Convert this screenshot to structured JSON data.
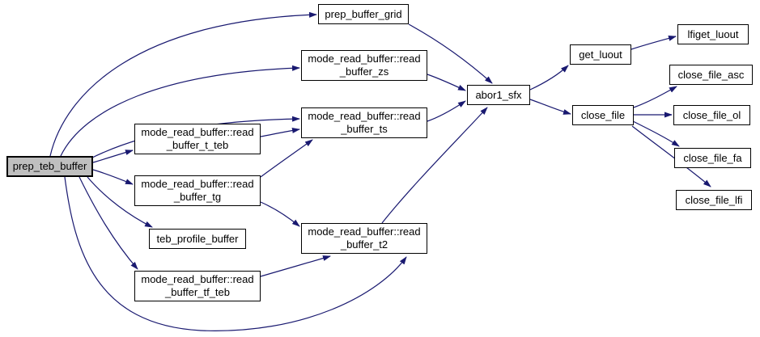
{
  "diagram": {
    "type": "call-graph",
    "background_color": "#ffffff",
    "edge_color": "#191970",
    "node_border_color": "#000000",
    "node_fill_color": "#ffffff",
    "highlight_fill_color": "#bfbfbf",
    "text_color": "#000000",
    "nodes": {
      "prep_teb_buffer": {
        "label": "prep_teb_buffer",
        "highlighted": true
      },
      "prep_buffer_grid": {
        "label": "prep_buffer_grid"
      },
      "read_buffer_zs": {
        "label": "mode_read_buffer::read\n_buffer_zs"
      },
      "read_buffer_ts": {
        "label": "mode_read_buffer::read\n_buffer_ts"
      },
      "read_buffer_t_teb": {
        "label": "mode_read_buffer::read\n_buffer_t_teb"
      },
      "read_buffer_tg": {
        "label": "mode_read_buffer::read\n_buffer_tg"
      },
      "teb_profile_buffer": {
        "label": "teb_profile_buffer"
      },
      "read_buffer_t2": {
        "label": "mode_read_buffer::read\n_buffer_t2"
      },
      "read_buffer_tf_teb": {
        "label": "mode_read_buffer::read\n_buffer_tf_teb"
      },
      "abor1_sfx": {
        "label": "abor1_sfx"
      },
      "get_luout": {
        "label": "get_luout"
      },
      "close_file": {
        "label": "close_file"
      },
      "lfiget_luout": {
        "label": "lfiget_luout"
      },
      "close_file_asc": {
        "label": "close_file_asc"
      },
      "close_file_ol": {
        "label": "close_file_ol"
      },
      "close_file_fa": {
        "label": "close_file_fa"
      },
      "close_file_lfi": {
        "label": "close_file_lfi"
      }
    },
    "edges": [
      {
        "from": "prep_teb_buffer",
        "to": "prep_buffer_grid"
      },
      {
        "from": "prep_teb_buffer",
        "to": "read_buffer_zs"
      },
      {
        "from": "prep_teb_buffer",
        "to": "read_buffer_ts"
      },
      {
        "from": "prep_teb_buffer",
        "to": "read_buffer_t_teb"
      },
      {
        "from": "prep_teb_buffer",
        "to": "read_buffer_tg"
      },
      {
        "from": "prep_teb_buffer",
        "to": "teb_profile_buffer"
      },
      {
        "from": "prep_teb_buffer",
        "to": "read_buffer_tf_teb"
      },
      {
        "from": "prep_teb_buffer",
        "to": "read_buffer_t2"
      },
      {
        "from": "prep_buffer_grid",
        "to": "abor1_sfx"
      },
      {
        "from": "read_buffer_zs",
        "to": "abor1_sfx"
      },
      {
        "from": "read_buffer_ts",
        "to": "abor1_sfx"
      },
      {
        "from": "read_buffer_t_teb",
        "to": "read_buffer_ts"
      },
      {
        "from": "read_buffer_tg",
        "to": "read_buffer_ts"
      },
      {
        "from": "read_buffer_tg",
        "to": "read_buffer_t2"
      },
      {
        "from": "read_buffer_tf_teb",
        "to": "read_buffer_t2"
      },
      {
        "from": "read_buffer_t2",
        "to": "abor1_sfx"
      },
      {
        "from": "abor1_sfx",
        "to": "get_luout"
      },
      {
        "from": "abor1_sfx",
        "to": "close_file"
      },
      {
        "from": "get_luout",
        "to": "lfiget_luout"
      },
      {
        "from": "close_file",
        "to": "close_file_asc"
      },
      {
        "from": "close_file",
        "to": "close_file_ol"
      },
      {
        "from": "close_file",
        "to": "close_file_fa"
      },
      {
        "from": "close_file",
        "to": "close_file_lfi"
      }
    ]
  }
}
